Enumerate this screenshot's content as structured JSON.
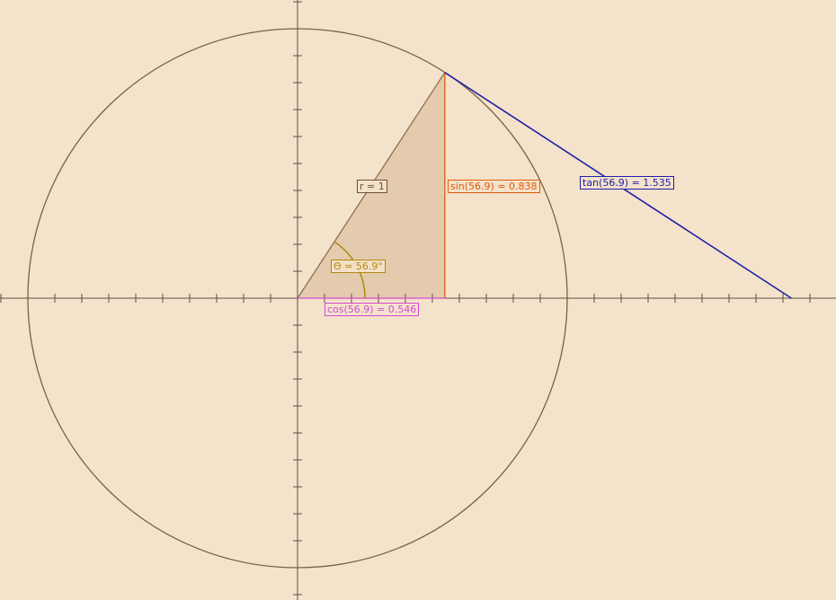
{
  "theta_deg": 56.9,
  "radius": 1,
  "labels": {
    "radius": "r = 1",
    "angle": "Θ = 56.9°",
    "sin": "sin(56.9) = 0.838",
    "cos": "cos(56.9) = 0.546",
    "tan": "tan(56.9) = 1.535"
  },
  "colors": {
    "background": "#f5e2ca",
    "circle": "#7a6040",
    "axis": "#5a5046",
    "radius": "#8a7054",
    "sector_fill": "#e4cbad",
    "angle_arc": "#b08a10",
    "sin": "#e05a08",
    "cos": "#d24ad8",
    "tan": "#1e1eaa"
  }
}
